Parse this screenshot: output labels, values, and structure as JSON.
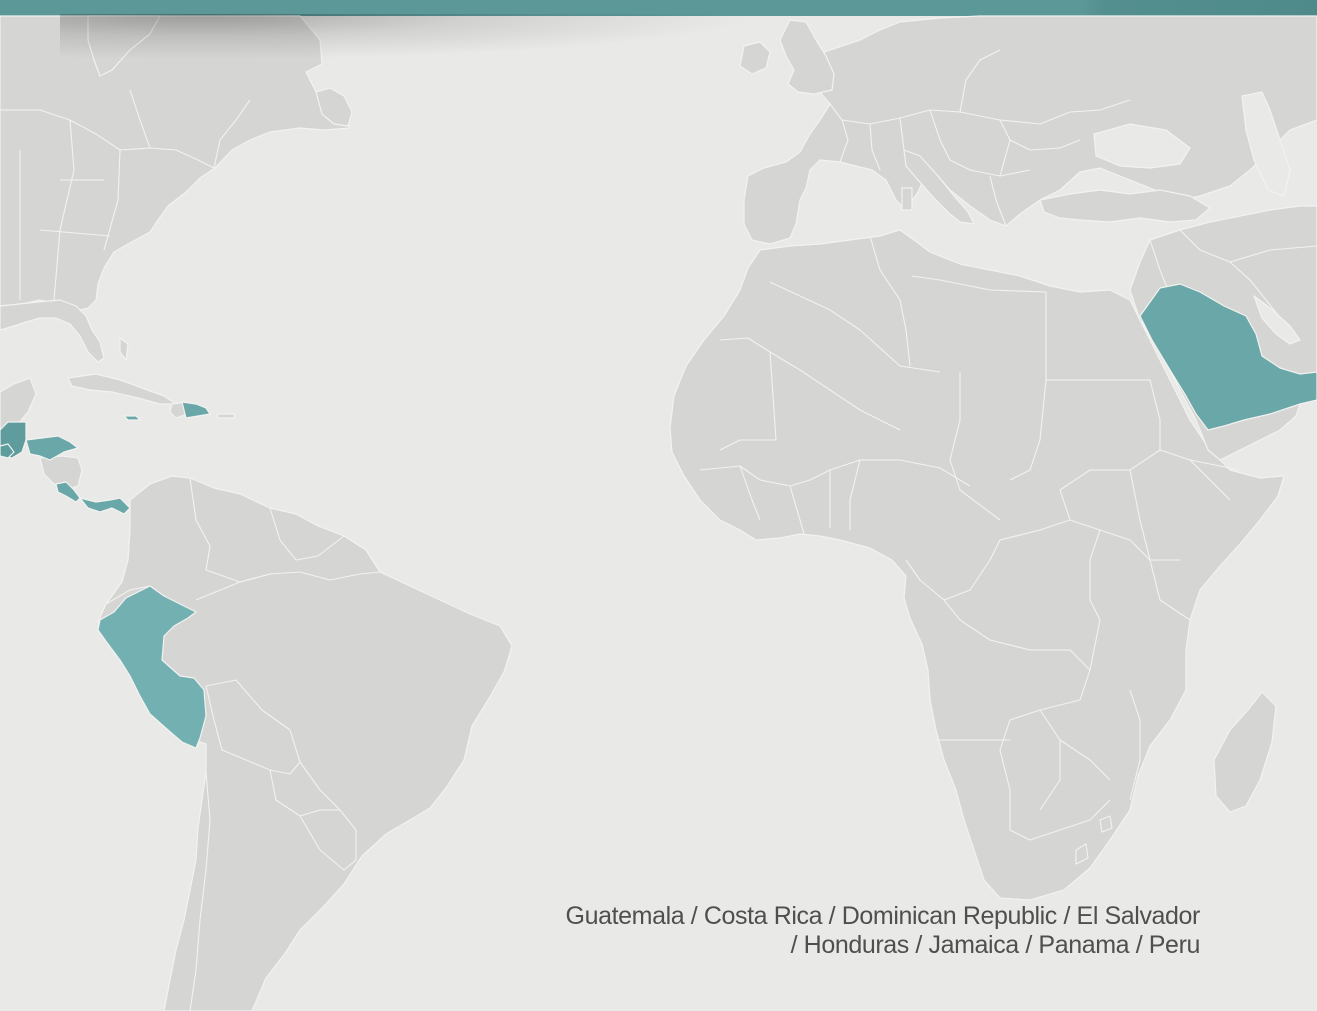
{
  "theme": {
    "background": "#e9e9e7",
    "land": "#d5d5d4",
    "border": "#f2f2f1",
    "highlight": "#6aa7a8",
    "top_bar": "#5d9797"
  },
  "map": {
    "highlighted_countries": [
      "Guatemala",
      "Costa Rica",
      "Dominican Republic",
      "El Salvador",
      "Honduras",
      "Jamaica",
      "Panama",
      "Peru",
      "Saudi Arabia"
    ]
  },
  "caption": {
    "line1": "Guatemala / Costa Rica / Dominican Republic / El Salvador",
    "line2": "/ Honduras / Jamaica / Panama / Peru"
  }
}
